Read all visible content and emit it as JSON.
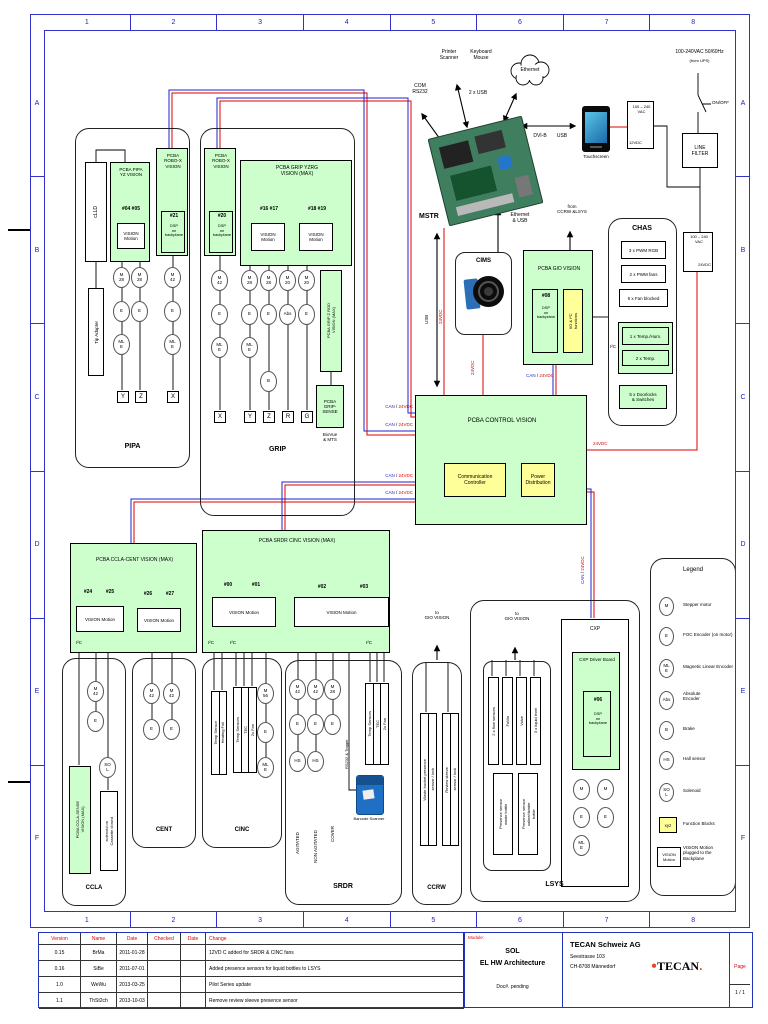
{
  "frame": {
    "cols": [
      "1",
      "2",
      "3",
      "4",
      "5",
      "6",
      "7",
      "8"
    ],
    "rows": [
      "A",
      "B",
      "C",
      "D",
      "E",
      "F"
    ]
  },
  "labels": {
    "can": "CAN",
    "slash": " / ",
    "v24": "24VDC",
    "usb": "USB"
  },
  "pipa": {
    "name": "PIPA",
    "clld": "cLLD",
    "tip": "Tip Adapter",
    "yz_title": "PCBA PIPA\nYZ VISION",
    "yz_ids": "#04  #05",
    "vm": "VISION\nMotion",
    "rx_title": "PCBA\nROBO-X\nVISION",
    "rx_id": "#21",
    "rx_dsp": "DSP\non\nbackplane",
    "m28": "M\n28",
    "m42": "M\n42",
    "e": "E",
    "mle": "ML\nE",
    "ax_y": "Y",
    "ax_z": "Z",
    "ax_x": "X"
  },
  "grip": {
    "name": "GRIP",
    "rx_title": "PCBA\nROBO-X\nVISION",
    "rx_id": "#20",
    "rx_dsp": "DSP\non\nbackplane",
    "yzrg_title": "PCBA GRIP YZRG\nVISION (MAX)",
    "ids_a": "#16  #17",
    "ids_b": "#18  #19",
    "vm": "VISION\nMotion",
    "zrod": "PCBA GRIP Z ROD\nVISION (MAX)",
    "sense": "PCBA\nGRIP-\nSENSE",
    "biovue": "BioVue\n& MTS",
    "m42": "M\n42",
    "m28": "M\n28",
    "m20": "M\n20",
    "e": "E",
    "mle": "ML\nE",
    "abs": "Abs",
    "b": "B",
    "ax": [
      "X",
      "Y",
      "Z",
      "R",
      "G"
    ]
  },
  "top": {
    "com": "COM\nRS232",
    "printer": "Printer\nScanner",
    "keyboard": "Keyboard\nMouse",
    "usb2": "2 x USB",
    "ethernet": "Ethernet",
    "dvi": "DVI-B",
    "usb": "USB",
    "touch": "Touchscreen",
    "psu12_in": "100 – 240\nVAC",
    "psu12_out": "12VDC",
    "mains": "100-240VAC 50/60Hz",
    "ups": "(from UPS)",
    "onoff": "ON/OFF",
    "filter": "LINE\nFILTER",
    "psu24_in": "100 – 240\nVAC",
    "psu24_out": "24VDC",
    "mstr": "MSTR",
    "eth_usb": "Ethernet\n& USB",
    "from_ccrw": "from\nCCRW &LSYS"
  },
  "cims": {
    "name": "CIMS"
  },
  "gio": {
    "title": "PCBA GIO VISION",
    "id": "#08",
    "dsp": "DSP\non\nbackplane",
    "io": "I/O & I²C\nfunctions"
  },
  "chas": {
    "name": "CHAS",
    "i1": "3 x PWM RGB",
    "i2": "2 x PWM fans",
    "i3": "5 x Fan blocked",
    "i4": "1 x Temp./Hum.",
    "i5": "2 x Temp.",
    "i6": "5 x Doorlocks\n& Switches",
    "i2c": "I²C"
  },
  "control": {
    "title": "PCBA CONTROL VISION",
    "comm": "Communication\nController",
    "power": "Power\nDistribution"
  },
  "boards": {
    "ccla_cent": {
      "title": "PCBA CCLA-CENT VISION (MAX)",
      "ids": [
        "#24",
        "#25",
        "#26",
        "#27"
      ],
      "vm": "VISION Motion",
      "i2c": "I²C"
    },
    "srdr_cinc": {
      "title": "PCBA SRDR CINC VISION (MAX)",
      "ids": [
        "#00",
        "#01",
        "#02",
        "#03"
      ],
      "vm": "VISION Motion",
      "i2c": "I²C"
    }
  },
  "ccla": {
    "name": "CCLA",
    "m42": "M\n42",
    "e": "E",
    "sol": "SO\nL",
    "sense": "PCBA CCLA-SENSE\nVISION (MAX)",
    "solenoid": "solenoid on\nCassette closed"
  },
  "cent": {
    "name": "CENT",
    "m42": "M\n42",
    "e": "E"
  },
  "cinc": {
    "name": "CINC",
    "b1": [
      "Temp Sensor",
      "Heating Foil"
    ],
    "b2": [
      "Temp Sensors",
      "TEC",
      "2x Fan"
    ],
    "m56": "M\n56",
    "e": "E",
    "mle": "ML\nE"
  },
  "srdr": {
    "name": "SRDR",
    "m42": "M\n42",
    "m28": "M\n28",
    "e": "E",
    "hs": "HS",
    "agitated": "AGITATED",
    "non_agitated": "NON AGITATED",
    "cover": "COVER",
    "rs232": "RS232 & Trigger",
    "tb": [
      "Temp Sensors",
      "TEC",
      "2x Fan"
    ],
    "barcode": "Barcode Scanner"
  },
  "ccrw": {
    "name": "CCRW",
    "to_gio": "to\nGIO VISION",
    "b1": [
      "Waste bucket presence",
      "sensor / lock"
    ],
    "b2": [
      "Review sleeve",
      "sensor / lock"
    ]
  },
  "lsys": {
    "name": "LSYS",
    "to_gio": "to\nGIO VISION",
    "s1": "2 x flow sensors",
    "s2": "FaWa",
    "s3": "Valve",
    "s4": "3 x liquid level",
    "p1": "Presence sensor\nwaste bottle",
    "p2": "Presence sensor\nsaline/dwater\nbottle",
    "cxp": "CXP",
    "driver": "CXP Driver Board",
    "id": "#06",
    "dsp": "DSP\non\nbackplane",
    "m": "M",
    "e": "E",
    "mle": "ML\nE"
  },
  "legend": {
    "title": "Legend",
    "items": [
      {
        "sym": "M",
        "label": "Stepper motor"
      },
      {
        "sym": "E",
        "label": "FOC Encoder (on motor)"
      },
      {
        "sym": "ML\nE",
        "label": "Magnetic Linear Encoder"
      },
      {
        "sym": "Abs",
        "label": "Absolute\nEncoder"
      },
      {
        "sym": "B",
        "label": "Brake"
      },
      {
        "sym": "HS",
        "label": "Hall sensor"
      },
      {
        "sym": "SO\nL",
        "label": "Solenoid"
      },
      {
        "sym": "xyz",
        "label": "Function Blocks"
      },
      {
        "sym": "VISION\nMotion",
        "label": "VISION Motion\nplugged to the\nBackplane"
      }
    ]
  },
  "titleblock": {
    "headers": [
      "Version",
      "Name",
      "Date",
      "Checked",
      "Date",
      "Change"
    ],
    "rows": [
      [
        "0.15",
        "BrMa",
        "2011-01-28",
        "12VD C added for SRDR & CINC fans"
      ],
      [
        "0.16",
        "SiBe",
        "2011-07-01",
        "Added presence sensors for liquid bottles to LSYS"
      ],
      [
        "1.0",
        "WeWu",
        "2013-03-25",
        "Pilot Series update"
      ],
      [
        "1.1",
        "ThSt2ch",
        "2013-10-03",
        "Remove review sleeve presence sensor"
      ]
    ],
    "module_label": "Module:",
    "module1": "SOL",
    "module2": "EL HW Architecture",
    "doc": "Doc#. pending",
    "company": "TECAN Schweiz AG",
    "addr1": "Seestrasse 103",
    "addr2": "CH-8708 Männedorf",
    "logo": "TECAN",
    "page_label": "Page",
    "page": "1 / 1"
  }
}
